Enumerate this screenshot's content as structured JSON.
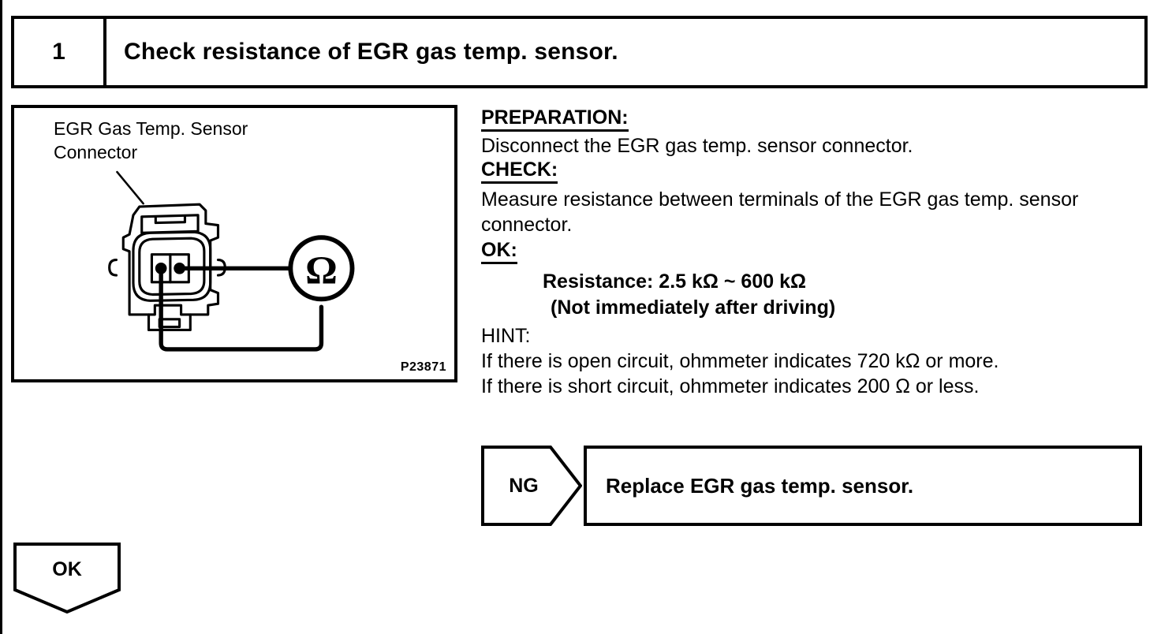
{
  "step": {
    "number": "1",
    "title": "Check resistance of EGR gas temp. sensor."
  },
  "figure": {
    "caption": "EGR Gas Temp. Sensor\nConnector",
    "code": "P23871",
    "meter_symbol": "Ω"
  },
  "procedure": {
    "preparation_label": "PREPARATION:",
    "preparation_text": "Disconnect the EGR gas temp. sensor connector.",
    "check_label": "CHECK:",
    "check_text": "Measure resistance between terminals of the EGR gas temp. sensor connector.",
    "ok_label": "OK:",
    "spec_line_1": "Resistance:  2.5 kΩ ~ 600 kΩ",
    "spec_line_2": "(Not immediately after driving)",
    "hint_label": "HINT:",
    "hint_line_1": "If there is open circuit, ohmmeter indicates 720 kΩ or more.",
    "hint_line_2": "If there is short circuit, ohmmeter indicates 200 Ω or less."
  },
  "branches": {
    "ng_label": "NG",
    "ng_action": "Replace EGR gas temp. sensor.",
    "ok_label": "OK"
  }
}
